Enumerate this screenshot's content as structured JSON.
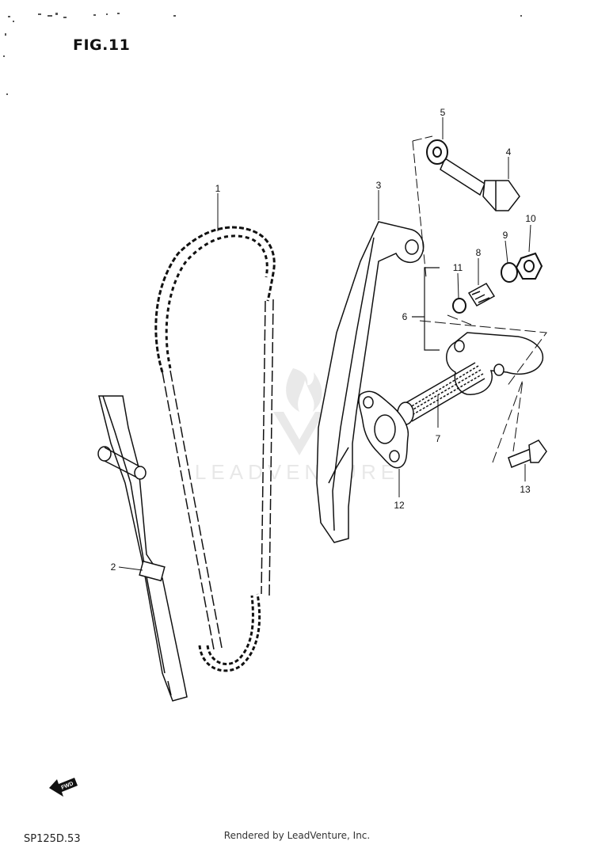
{
  "figure": {
    "title": "FIG.11"
  },
  "callouts": [
    {
      "id": "1",
      "label": "1"
    },
    {
      "id": "2",
      "label": "2"
    },
    {
      "id": "3",
      "label": "3"
    },
    {
      "id": "4",
      "label": "4"
    },
    {
      "id": "5",
      "label": "5"
    },
    {
      "id": "6",
      "label": "6"
    },
    {
      "id": "7",
      "label": "7"
    },
    {
      "id": "8",
      "label": "8"
    },
    {
      "id": "9",
      "label": "9"
    },
    {
      "id": "10",
      "label": "10"
    },
    {
      "id": "11",
      "label": "11"
    },
    {
      "id": "12",
      "label": "12"
    },
    {
      "id": "13",
      "label": "13"
    }
  ],
  "fwd_arrow": {
    "label": "FWD"
  },
  "watermark": {
    "text": "LEADVENTURE"
  },
  "footer": {
    "code": "SP125D.53",
    "credit": "Rendered by LeadVenture, Inc."
  }
}
